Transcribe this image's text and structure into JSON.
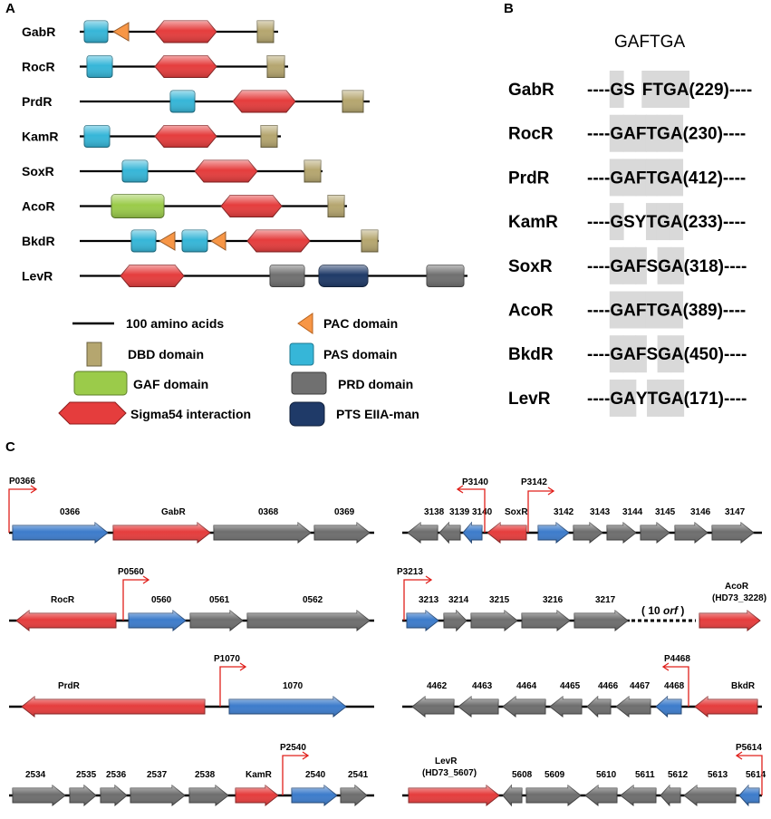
{
  "colors": {
    "pas": "#36b6d8",
    "pac": "#f79646",
    "sigma54": "#e53d3d",
    "dbd": "#b5a66f",
    "gaf": "#9bcb4a",
    "prd": "#707070",
    "pts": "#1f3a68",
    "gene_blue": "#3d7ccb",
    "gene_red": "#e53d3d",
    "gene_gray": "#6e6e6e",
    "promoter": "#e0201b",
    "highlight": "#d9d9d9"
  },
  "panels": {
    "a": "A",
    "b": "B",
    "c": "C"
  },
  "panel_a": {
    "proteins": [
      {
        "name": "GabR",
        "length": 219,
        "domains": [
          {
            "type": "pas",
            "start": 5,
            "end": 31
          },
          {
            "type": "pac",
            "start": 37,
            "end": 54
          },
          {
            "type": "sigma54",
            "start": 83,
            "end": 151
          },
          {
            "type": "dbd",
            "start": 196,
            "end": 214
          }
        ]
      },
      {
        "name": "RocR",
        "length": 230,
        "domains": [
          {
            "type": "pas",
            "start": 8,
            "end": 36
          },
          {
            "type": "sigma54",
            "start": 83,
            "end": 151
          },
          {
            "type": "dbd",
            "start": 207,
            "end": 226
          }
        ]
      },
      {
        "name": "PrdR",
        "length": 320,
        "domains": [
          {
            "type": "pas",
            "start": 100,
            "end": 127
          },
          {
            "type": "sigma54",
            "start": 169,
            "end": 238
          },
          {
            "type": "dbd",
            "start": 290,
            "end": 313
          }
        ]
      },
      {
        "name": "KamR",
        "length": 222,
        "domains": [
          {
            "type": "pas",
            "start": 5,
            "end": 33
          },
          {
            "type": "sigma54",
            "start": 83,
            "end": 151
          },
          {
            "type": "dbd",
            "start": 200,
            "end": 218
          }
        ]
      },
      {
        "name": "SoxR",
        "length": 268,
        "domains": [
          {
            "type": "pas",
            "start": 47,
            "end": 75
          },
          {
            "type": "sigma54",
            "start": 127,
            "end": 196
          },
          {
            "type": "dbd",
            "start": 248,
            "end": 266
          }
        ]
      },
      {
        "name": "AcoR",
        "length": 295,
        "domains": [
          {
            "type": "gaf",
            "start": 35,
            "end": 93
          },
          {
            "type": "sigma54",
            "start": 156,
            "end": 223
          },
          {
            "type": "dbd",
            "start": 274,
            "end": 292
          }
        ]
      },
      {
        "name": "BkdR",
        "length": 330,
        "domains": [
          {
            "type": "pas",
            "start": 57,
            "end": 84
          },
          {
            "type": "pac",
            "start": 88,
            "end": 105
          },
          {
            "type": "pas",
            "start": 113,
            "end": 141
          },
          {
            "type": "pac",
            "start": 145,
            "end": 161
          },
          {
            "type": "sigma54",
            "start": 185,
            "end": 254
          },
          {
            "type": "dbd",
            "start": 311,
            "end": 329
          }
        ]
      },
      {
        "name": "LevR",
        "length": 428,
        "domains": [
          {
            "type": "sigma54",
            "start": 45,
            "end": 115
          },
          {
            "type": "prd",
            "start": 210,
            "end": 248
          },
          {
            "type": "pts",
            "start": 264,
            "end": 318
          },
          {
            "type": "prd",
            "start": 383,
            "end": 424
          }
        ]
      }
    ],
    "legend": {
      "scale_label": "100 amino acids",
      "pac": "PAC domain",
      "dbd": "DBD domain",
      "pas": "PAS domain",
      "gaf": "GAF domain",
      "prd": "PRD domain",
      "sigma54": "Sigma54 interaction",
      "pts": "PTS EIIA-man"
    }
  },
  "panel_b": {
    "consensus": "GAFTGA",
    "rows": [
      {
        "name": "GabR",
        "prefix": "----",
        "motif": [
          "G",
          "S",
          " ",
          "F",
          "T",
          "G",
          "A"
        ],
        "highlight": [
          0,
          3,
          4,
          5,
          6
        ],
        "position": "(229)",
        "suffix": "----"
      },
      {
        "name": "RocR",
        "prefix": "----",
        "motif": [
          "G",
          "A",
          "F",
          "T",
          "G",
          "A"
        ],
        "highlight": [
          0,
          1,
          2,
          3,
          4,
          5
        ],
        "position": "(230)",
        "suffix": "----"
      },
      {
        "name": "PrdR",
        "prefix": "----",
        "motif": [
          "G",
          "A",
          "F",
          "T",
          "G",
          "A"
        ],
        "highlight": [
          0,
          1,
          2,
          3,
          4,
          5
        ],
        "position": "(412)",
        "suffix": "----"
      },
      {
        "name": "KamR",
        "prefix": "----",
        "motif": [
          "G",
          "S",
          "Y",
          "T",
          "G",
          "A"
        ],
        "highlight": [
          0,
          3,
          4,
          5
        ],
        "position": "(233)",
        "suffix": "----"
      },
      {
        "name": "SoxR",
        "prefix": "----",
        "motif": [
          "G",
          "A",
          "F",
          "S",
          "G",
          "A"
        ],
        "highlight": [
          0,
          1,
          2,
          4,
          5
        ],
        "position": "(318)",
        "suffix": "----"
      },
      {
        "name": "AcoR",
        "prefix": "----",
        "motif": [
          "G",
          "A",
          "F",
          "T",
          "G",
          "A"
        ],
        "highlight": [
          0,
          1,
          2,
          3,
          4,
          5
        ],
        "position": "(389)",
        "suffix": "----"
      },
      {
        "name": "BkdR",
        "prefix": "----",
        "motif": [
          "G",
          "A",
          "F",
          "S",
          "G",
          "A"
        ],
        "highlight": [
          0,
          1,
          2,
          4,
          5
        ],
        "position": "(450)",
        "suffix": "----"
      },
      {
        "name": "LevR",
        "prefix": "----",
        "motif": [
          "G",
          "A",
          "Y",
          "T",
          "G",
          "A"
        ],
        "highlight": [
          0,
          1,
          3,
          4,
          5
        ],
        "position": "(171)",
        "suffix": "----"
      }
    ]
  },
  "panel_c": {
    "operons": [
      {
        "genes": [
          {
            "label": "0366",
            "color": "gene_blue",
            "dir": 1
          },
          {
            "label": "GabR",
            "color": "gene_red",
            "dir": 1
          },
          {
            "label": "0368",
            "color": "gene_gray",
            "dir": 1
          },
          {
            "label": "0369",
            "color": "gene_gray",
            "dir": 1
          }
        ],
        "promoters": [
          {
            "label": "P0366",
            "dir": 1
          }
        ]
      },
      {
        "genes": [
          {
            "label": "3138",
            "color": "gene_gray",
            "dir": -1
          },
          {
            "label": "3139",
            "color": "gene_gray",
            "dir": -1
          },
          {
            "label": "3140",
            "color": "gene_blue",
            "dir": -1
          },
          {
            "label": "SoxR",
            "color": "gene_red",
            "dir": -1
          },
          {
            "label": "3142",
            "color": "gene_blue",
            "dir": 1
          },
          {
            "label": "3143",
            "color": "gene_gray",
            "dir": 1
          },
          {
            "label": "3144",
            "color": "gene_gray",
            "dir": 1
          },
          {
            "label": "3145",
            "color": "gene_gray",
            "dir": 1
          },
          {
            "label": "3146",
            "color": "gene_gray",
            "dir": 1
          },
          {
            "label": "3147",
            "color": "gene_gray",
            "dir": 1
          }
        ],
        "promoters": [
          {
            "label": "P3140",
            "dir": -1
          },
          {
            "label": "P3142",
            "dir": 1
          }
        ]
      },
      {
        "genes": [
          {
            "label": "RocR",
            "color": "gene_red",
            "dir": -1
          },
          {
            "label": "0560",
            "color": "gene_blue",
            "dir": 1
          },
          {
            "label": "0561",
            "color": "gene_gray",
            "dir": 1
          },
          {
            "label": "0562",
            "color": "gene_gray",
            "dir": 1
          }
        ],
        "promoters": [
          {
            "label": "P0560",
            "dir": 1
          }
        ]
      },
      {
        "genes": [
          {
            "label": "3213",
            "color": "gene_blue",
            "dir": 1
          },
          {
            "label": "3214",
            "color": "gene_gray",
            "dir": 1
          },
          {
            "label": "3215",
            "color": "gene_gray",
            "dir": 1
          },
          {
            "label": "3216",
            "color": "gene_gray",
            "dir": 1
          },
          {
            "label": "3217",
            "color": "gene_gray",
            "dir": 1
          },
          {
            "label": "AcoR",
            "label2": "(HD73_3228)",
            "color": "gene_red",
            "dir": 1
          }
        ],
        "promoters": [
          {
            "label": "P3213",
            "dir": 1
          }
        ],
        "gap_label_pre": "( 10 ",
        "gap_label_em": "orf",
        "gap_label_post": " )"
      },
      {
        "genes": [
          {
            "label": "PrdR",
            "color": "gene_red",
            "dir": -1
          },
          {
            "label": "1070",
            "color": "gene_blue",
            "dir": 1
          }
        ],
        "promoters": [
          {
            "label": "P1070",
            "dir": 1
          }
        ]
      },
      {
        "genes": [
          {
            "label": "4462",
            "color": "gene_gray",
            "dir": -1
          },
          {
            "label": "4463",
            "color": "gene_gray",
            "dir": -1
          },
          {
            "label": "4464",
            "color": "gene_gray",
            "dir": -1
          },
          {
            "label": "4465",
            "color": "gene_gray",
            "dir": -1
          },
          {
            "label": "4466",
            "color": "gene_gray",
            "dir": -1
          },
          {
            "label": "4467",
            "color": "gene_gray",
            "dir": -1
          },
          {
            "label": "4468",
            "color": "gene_blue",
            "dir": -1
          },
          {
            "label": "BkdR",
            "color": "gene_red",
            "dir": -1
          }
        ],
        "promoters": [
          {
            "label": "P4468",
            "dir": -1
          }
        ]
      },
      {
        "genes": [
          {
            "label": "2534",
            "color": "gene_gray",
            "dir": 1
          },
          {
            "label": "2535",
            "color": "gene_gray",
            "dir": 1
          },
          {
            "label": "2536",
            "color": "gene_gray",
            "dir": 1
          },
          {
            "label": "2537",
            "color": "gene_gray",
            "dir": 1
          },
          {
            "label": "2538",
            "color": "gene_gray",
            "dir": 1
          },
          {
            "label": "KamR",
            "color": "gene_red",
            "dir": 1
          },
          {
            "label": "2540",
            "color": "gene_blue",
            "dir": 1
          },
          {
            "label": "2541",
            "color": "gene_gray",
            "dir": 1
          }
        ],
        "promoters": [
          {
            "label": "P2540",
            "dir": 1
          }
        ]
      },
      {
        "genes": [
          {
            "label": "LevR",
            "label2": "(HD73_5607)",
            "color": "gene_red",
            "dir": 1
          },
          {
            "label": "5608",
            "color": "gene_gray",
            "dir": -1
          },
          {
            "label": "5609",
            "color": "gene_gray",
            "dir": 1
          },
          {
            "label": "5610",
            "color": "gene_gray",
            "dir": -1
          },
          {
            "label": "5611",
            "color": "gene_gray",
            "dir": -1
          },
          {
            "label": "5612",
            "color": "gene_gray",
            "dir": -1
          },
          {
            "label": "5613",
            "color": "gene_gray",
            "dir": -1
          },
          {
            "label": "5614",
            "color": "gene_blue",
            "dir": -1
          }
        ],
        "promoters": [
          {
            "label": "P5614",
            "dir": -1
          }
        ]
      }
    ]
  }
}
